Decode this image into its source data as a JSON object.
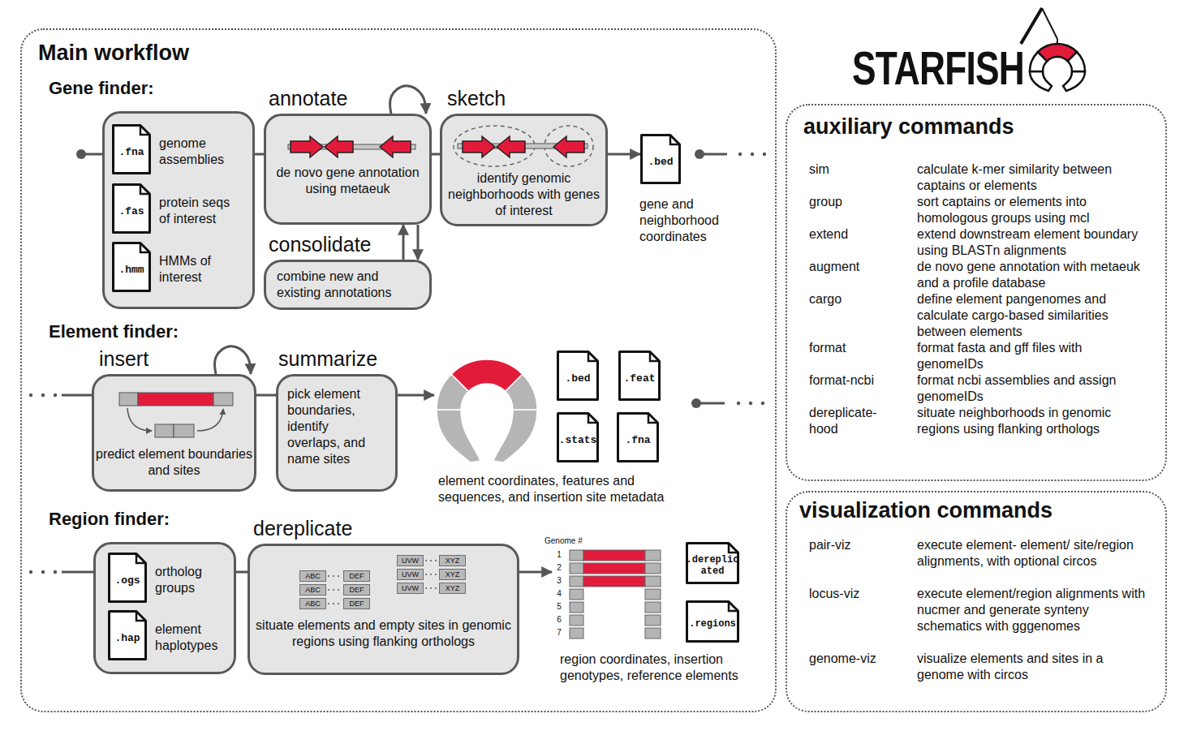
{
  "diagram": {
    "title": "STARFISH",
    "nodes": [
      {
        "text": [
          "Main workflow"
        ]
      },
      {
        "text": [],
        "in": 0
      },
      {
        "text": [
          ".fna",
          "genome assemblies"
        ],
        "in": 1
      },
      {
        "text": [
          ".fas",
          "protein seqs of interest"
        ],
        "in": 1
      },
      {
        "text": [
          ".hmm",
          "HMMs of interest"
        ],
        "in": 1
      },
      {
        "text": [
          "annotate",
          "de novo gene annotation using metaeuk"
        ],
        "in": 0
      },
      {
        "text": [
          "consolidate",
          "combine new and existing annotations"
        ],
        "in": 0
      },
      {
        "text": [
          "sketch",
          "identify genomic neighborhoods with genes of interest"
        ],
        "in": 0
      },
      {
        "text": [
          ".bed",
          "gene and neighborhood coordinates"
        ],
        "in": 0
      },
      {
        "text": [
          "insert",
          "predict element boundaries and sites"
        ],
        "in": 0
      },
      {
        "text": [
          "summarize",
          "pick element boundaries, identify overlaps, and name sites"
        ],
        "in": 0
      },
      {
        "text": [
          "element coordinates, features and sequences, and insertion site metadata"
        ],
        "in": 0
      },
      {
        "text": [
          ".bed"
        ],
        "in": 11
      },
      {
        "text": [
          ".feat"
        ],
        "in": 11
      },
      {
        "text": [
          ".stats"
        ],
        "in": 11
      },
      {
        "text": [
          ".fna"
        ],
        "in": 11
      },
      {
        "text": [],
        "in": 0
      },
      {
        "text": [
          ".ogs",
          "ortholog groups"
        ],
        "in": 16
      },
      {
        "text": [
          ".hap",
          "element haplotypes"
        ],
        "in": 16
      },
      {
        "text": [
          "dereplicate",
          "situate elements and empty sites in genomic regions using flanking orthologs"
        ],
        "in": 0
      },
      {
        "text": [
          "ABC"
        ],
        "in": 19
      },
      {
        "text": [
          "DEF"
        ],
        "in": 19
      },
      {
        "text": [
          "ABC"
        ],
        "in": 19
      },
      {
        "text": [
          "DEF"
        ],
        "in": 19
      },
      {
        "text": [
          "ABC"
        ],
        "in": 19
      },
      {
        "text": [
          "DEF"
        ],
        "in": 19
      },
      {
        "text": [
          "UVW"
        ],
        "in": 19
      },
      {
        "text": [
          "XYZ"
        ],
        "in": 19
      },
      {
        "text": [
          "UVW"
        ],
        "in": 19
      },
      {
        "text": [
          "XYZ"
        ],
        "in": 19
      },
      {
        "text": [
          "UVW"
        ],
        "in": 19
      },
      {
        "text": [
          "XYZ"
        ],
        "in": 19
      },
      {
        "text": [
          "region coordinates, insertion genotypes, reference elements"
        ],
        "in": 0
      },
      {
        "text": [
          ".dereplicated"
        ],
        "in": 32
      },
      {
        "text": [
          ".regions"
        ],
        "in": 32
      },
      {
        "text": [
          "auxiliary commands"
        ]
      },
      {
        "text": [
          "visualization commands"
        ]
      }
    ],
    "edges": [
      {
        "from": 1,
        "to": 5,
        "arrow": "none"
      },
      {
        "from": 5,
        "to": 7,
        "arrow": "none"
      },
      {
        "from": 7,
        "to": 8,
        "arrow": "to"
      },
      {
        "from": 5,
        "to": 6,
        "arrow": "to"
      },
      {
        "from": 6,
        "to": 5,
        "arrow": "to"
      },
      {
        "from": 5,
        "to": 5,
        "arrow": "to"
      },
      {
        "from": 9,
        "to": 9,
        "arrow": "to"
      },
      {
        "from": 9,
        "to": 10,
        "arrow": "none"
      },
      {
        "from": 10,
        "to": 11,
        "arrow": "to"
      },
      {
        "from": 16,
        "to": 19,
        "arrow": "none"
      },
      {
        "from": 19,
        "to": 32,
        "arrow": "to"
      }
    ],
    "labels": [
      "Gene finder:",
      "Element finder:",
      "Region finder:",
      "Genome #",
      "1",
      "2",
      "3",
      "4",
      "5",
      "6",
      "7",
      "sim",
      "calculate k-mer similarity between captains or elements",
      "group",
      "sort captains or elements into homologous groups using mcl",
      "extend",
      "extend downstream element boundary using BLASTn alignments",
      "augment",
      "de novo gene annotation with metaeuk and a profile database",
      "cargo",
      "define element pangenomes and calculate cargo-based similarities between elements",
      "format",
      "format fasta and gff files with genomeIDs",
      "format-ncbi",
      "format ncbi assemblies and assign genomeIDs",
      "dereplicate-hood",
      "situate neighborhoods in genomic regions using flanking orthologs",
      "pair-viz",
      "execute element- element/ site/region alignments, with optional circos",
      "locus-viz",
      "execute element/region alignments with nucmer and generate synteny schematics with gggenomes",
      "genome-viz",
      "visualize elements and sites in a genome with circos"
    ]
  }
}
